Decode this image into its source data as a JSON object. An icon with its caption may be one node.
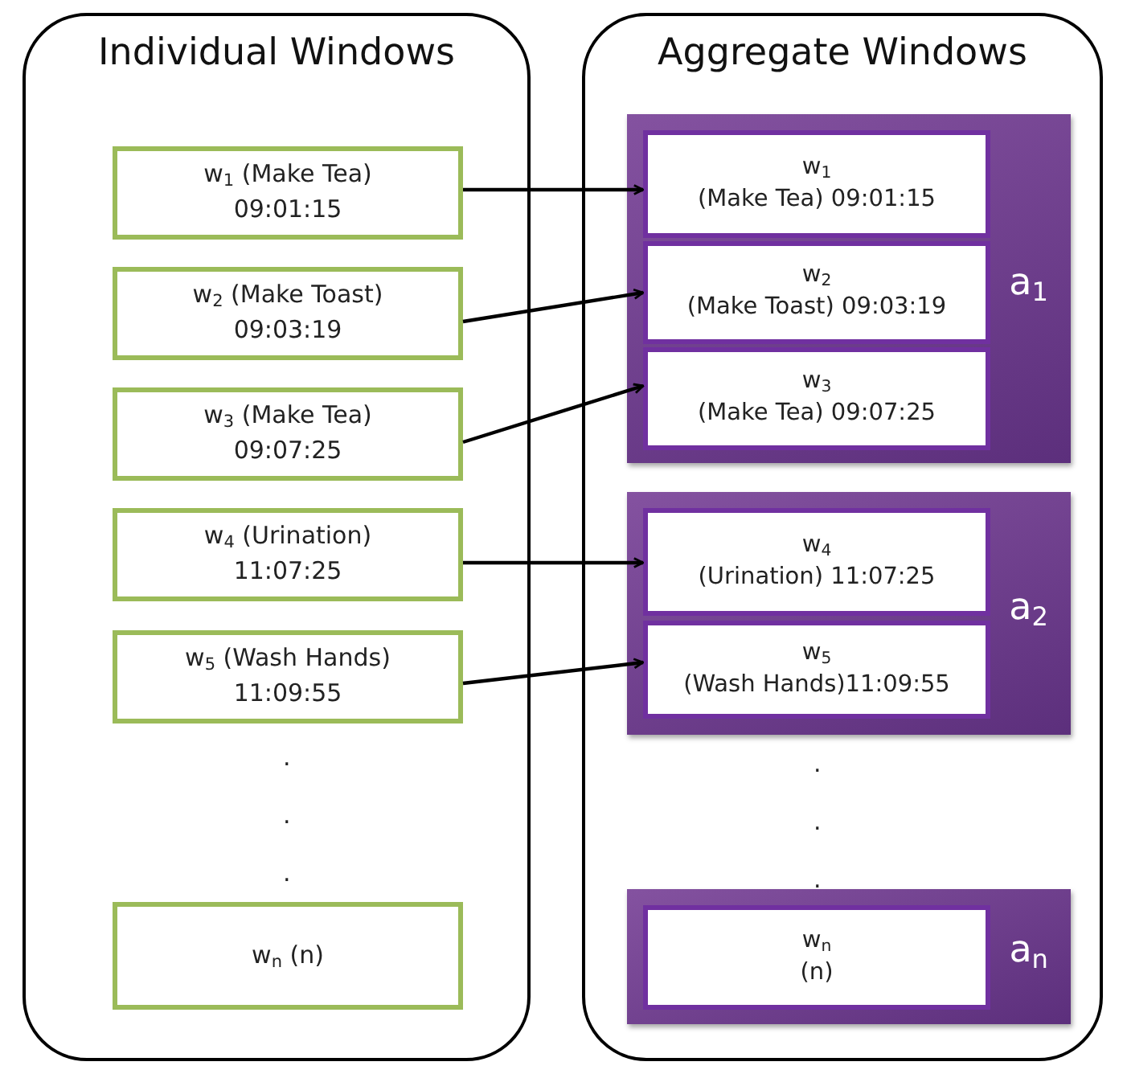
{
  "diagram": {
    "nodes": [
      {
        "text": [
          "Individual Windows"
        ]
      },
      {
        "text": [
          "w$_{1}$ (Make Tea)",
          "09:01:15"
        ],
        "in": 0
      },
      {
        "text": [
          "w$_{2}$ (Make Toast)",
          "09:03:19"
        ],
        "in": 0
      },
      {
        "text": [
          "w$_{3}$ (Make Tea)",
          "09:07:25"
        ],
        "in": 0
      },
      {
        "text": [
          "w$_{4}$ (Urination)",
          "11:07:25"
        ],
        "in": 0
      },
      {
        "text": [
          "w$_{5}$ (Wash Hands)",
          "11:09:55"
        ],
        "in": 0
      },
      {
        "text": [
          "w$_{n}$ (n)"
        ],
        "in": 0
      },
      {
        "text": [
          "Aggregate Windows"
        ]
      },
      {
        "text": [
          "a$_{1}$"
        ],
        "in": 7
      },
      {
        "text": [
          "w$_{1}$",
          "(Make Tea) 09:01:15"
        ],
        "in": 8
      },
      {
        "text": [
          "w$_{2}$",
          "(Make Toast) 09:03:19"
        ],
        "in": 8
      },
      {
        "text": [
          "w$_{3}$",
          "(Make Tea) 09:07:25"
        ],
        "in": 8
      },
      {
        "text": [
          "a$_{2}$"
        ],
        "in": 7
      },
      {
        "text": [
          "w$_{4}$",
          "(Urination) 11:07:25"
        ],
        "in": 12
      },
      {
        "text": [
          "w$_{5}$",
          "(Wash Hands)11:09:55"
        ],
        "in": 12
      },
      {
        "text": [
          "a$_{n}$"
        ],
        "in": 7
      },
      {
        "text": [
          "w$_{n}$",
          "(n)"
        ],
        "in": 15
      }
    ],
    "edges": [
      {
        "from": 1,
        "to": 9,
        "arrow": "to"
      },
      {
        "from": 2,
        "to": 10,
        "arrow": "to"
      },
      {
        "from": 3,
        "to": 11,
        "arrow": "to"
      },
      {
        "from": 4,
        "to": 13,
        "arrow": "to"
      },
      {
        "from": 5,
        "to": 14,
        "arrow": "to"
      }
    ],
    "labels": [
      ".",
      ".",
      ".",
      ".",
      ".",
      "."
    ]
  }
}
